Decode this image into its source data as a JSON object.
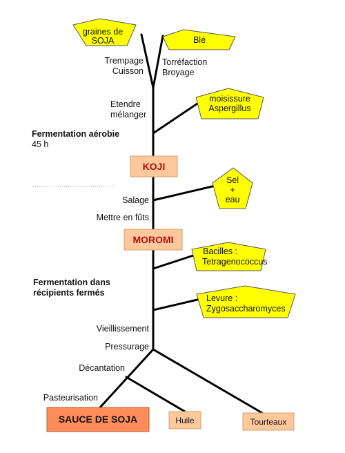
{
  "inputs": {
    "soja": [
      "graines de",
      "SOJA"
    ],
    "ble": "Blé",
    "moisissure": [
      "moisissure",
      "Aspergillus"
    ],
    "sel": [
      "Sel",
      "+",
      "eau"
    ],
    "bacilles": [
      "Bacilles :",
      "Tetragenococcus"
    ],
    "levure": [
      "Levure :",
      "Zygosaccharomyces"
    ]
  },
  "steps": {
    "trempage": [
      "Trempage",
      "Cuisson"
    ],
    "torrefaction": [
      "Torréfaction",
      "Broyage"
    ],
    "etendre": [
      "Etendre",
      "mélanger"
    ],
    "salage": "Salage",
    "fûts": "Mettre en fûts",
    "vieillissement": "Vieillissement",
    "pressurage": "Pressurage",
    "decantation": "Décantation",
    "pasteurisation": "Pasteurisation"
  },
  "notes": {
    "aerobie": [
      "Fermentation aérobie",
      "45 h"
    ],
    "recipients": [
      "Fermentation dans",
      "récipients fermés"
    ]
  },
  "products": {
    "koji": "KOJI",
    "moromi": "MOROMI",
    "sauce": "SAUCE DE SOJA",
    "huile": "Huile",
    "tourteaux": "Tourteaux"
  },
  "colors": {
    "input_fill": "#ffff00",
    "product_fill": "#ffc89a",
    "final_fill": "#ff8c5a",
    "product_text": "#b01010"
  }
}
